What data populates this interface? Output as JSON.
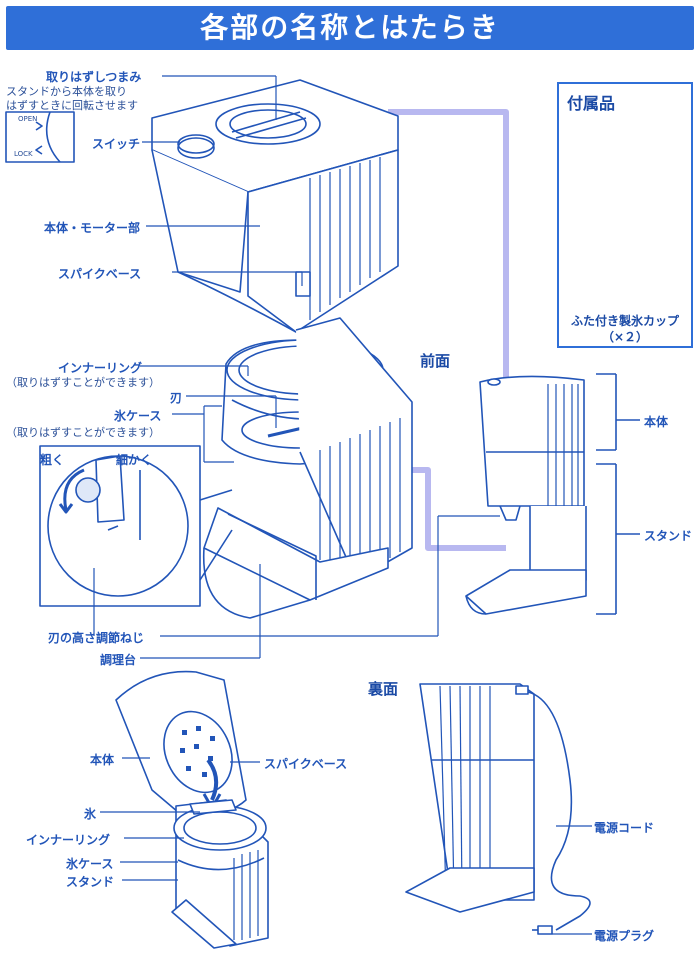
{
  "header": {
    "title": "各部の名称とはたらき"
  },
  "labels": {
    "removal_knob": "取りはずしつまみ",
    "removal_knob_note_1": "スタンドから本体を取り",
    "removal_knob_note_2": "はずすときに回転させます",
    "open": "OPEN",
    "lock": "LOCK",
    "switch": "スイッチ",
    "body_motor": "本体・モーター部",
    "spike_base": "スパイクベース",
    "inner_ring": "インナーリング",
    "inner_ring_note": "（取りはずすことができます）",
    "blade": "刃",
    "ice_case": "氷ケース",
    "ice_case_note": "（取りはずすことができます）",
    "coarse": "粗く",
    "fine": "細かく",
    "blade_height_screw": "刃の高さ調節ねじ",
    "prep_table": "調理台",
    "front": "前面",
    "main_body": "本体",
    "stand": "スタンド"
  },
  "accessories": {
    "title": "付属品",
    "caption_1": "ふた付き製氷カップ",
    "caption_2": "（×２）"
  },
  "assembly": {
    "body": "本体",
    "spike_base": "スパイクベース",
    "ice": "氷",
    "inner_ring": "インナーリング",
    "ice_case": "氷ケース",
    "stand": "スタンド"
  },
  "back": {
    "title": "裏面",
    "power_cord": "電源コード",
    "power_plug": "電源プラグ"
  },
  "colors": {
    "accent": "#2f6fd8",
    "line": "#2255b8",
    "connector": "#b8b8f0",
    "shade": "#dfe8f8"
  }
}
